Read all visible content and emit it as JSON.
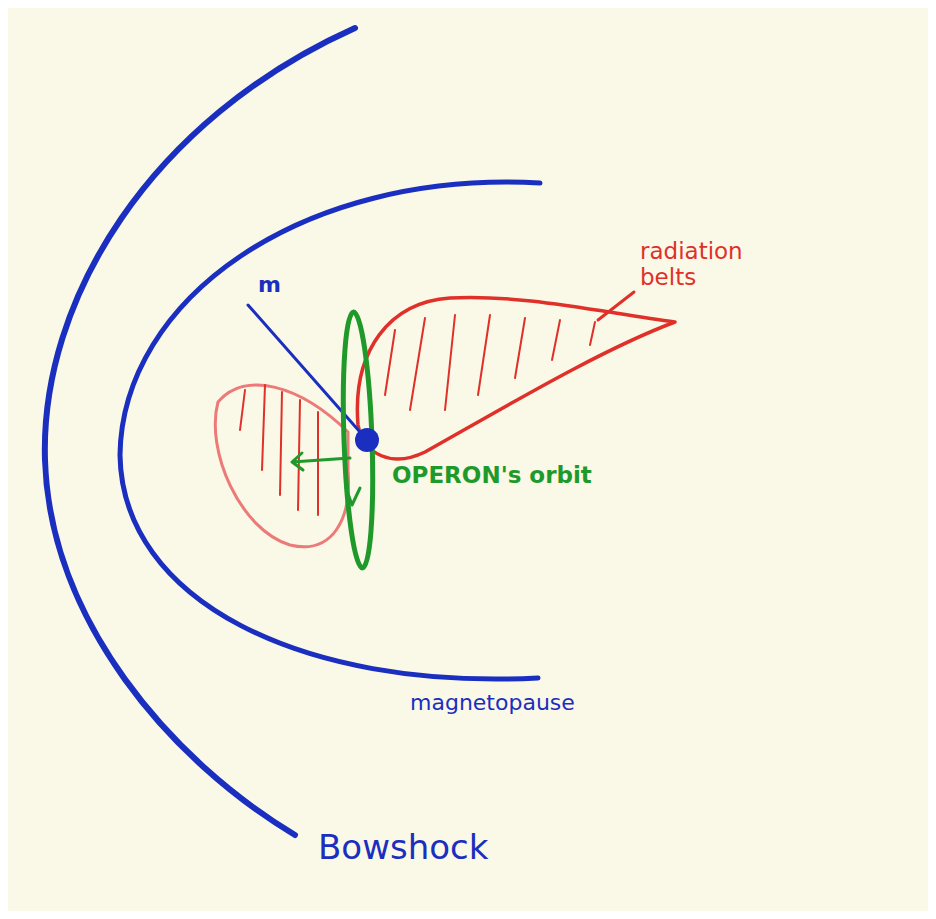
{
  "diagram": {
    "labels": [
      "radiation belts",
      "m",
      "OPERON's orbit",
      "magnetopause",
      "Bowshock"
    ]
  }
}
